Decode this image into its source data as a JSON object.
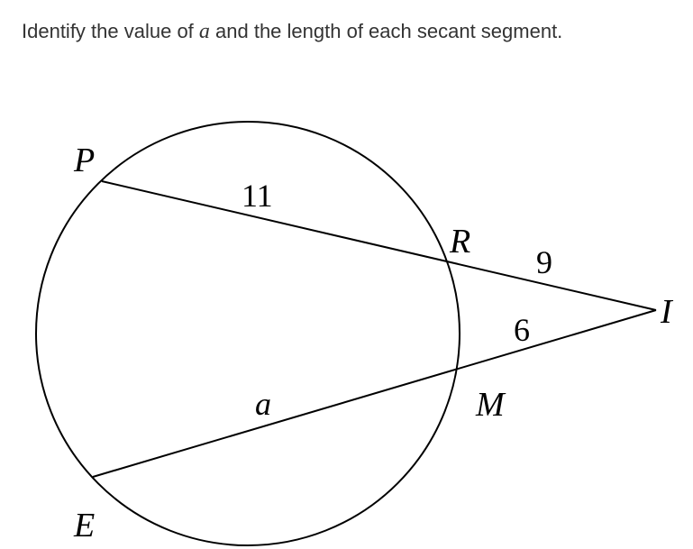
{
  "question": {
    "before": "Identify the value of ",
    "variable": "a",
    "after": " and the length of each secant segment."
  },
  "diagram": {
    "points": {
      "P": "P",
      "R": "R",
      "I": "I",
      "M": "M",
      "E": "E"
    },
    "segment_labels": {
      "PR": "11",
      "RI": "9",
      "MI": "6",
      "EM": "a"
    },
    "stroke_color": "#000000"
  }
}
